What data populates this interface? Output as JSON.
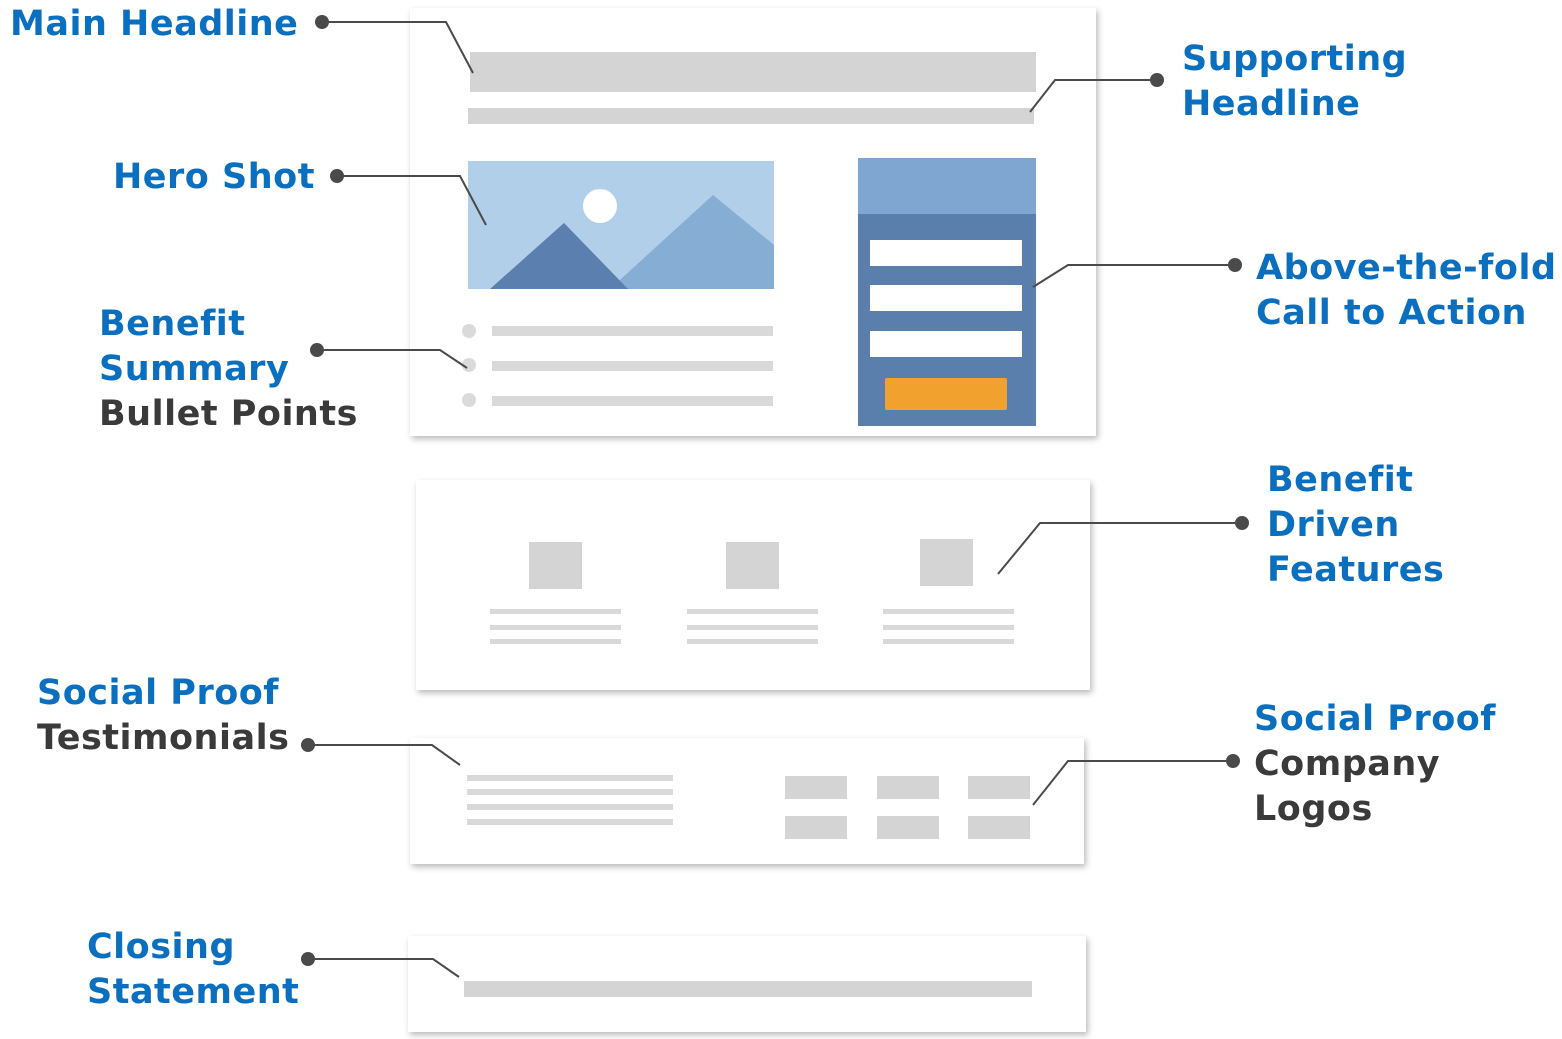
{
  "labels": {
    "main_headline": "Main Headline",
    "supporting_headline": [
      "Supporting",
      "Headline"
    ],
    "hero_shot": "Hero Shot",
    "above_fold_cta": [
      "Above-the-fold",
      "Call to Action"
    ],
    "benefit_summary": [
      "Benefit",
      "Summary"
    ],
    "benefit_summary_sub": "Bullet Points",
    "benefit_features": [
      "Benefit",
      "Driven",
      "Features"
    ],
    "social_testimonials": "Social Proof",
    "social_testimonials_sub": "Testimonials",
    "social_logos": "Social Proof",
    "social_logos_sub": [
      "Company",
      "Logos"
    ],
    "closing": [
      "Closing",
      "Statement"
    ]
  },
  "colors": {
    "label_blue": "#0a6fbf",
    "label_dark": "#3a3a3a",
    "placeholder_gray": "#d4d4d4",
    "image_sky": "#b1cfe8",
    "mountain_dark": "#5b7fae",
    "mountain_light": "#86aed4",
    "form_header": "#7ea6d1",
    "form_body": "#5a7fad",
    "cta_button": "#f0a12e"
  },
  "icons": {
    "hero_image": "landscape-image-icon"
  }
}
